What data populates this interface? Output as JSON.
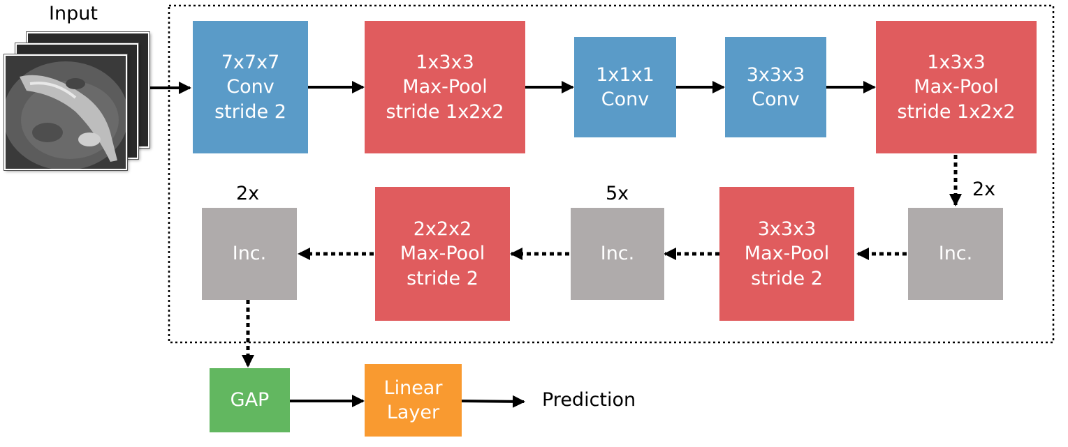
{
  "input": {
    "label": "Input"
  },
  "row1": {
    "conv7": {
      "line1": "7x7x7",
      "line2": "Conv",
      "line3": "stride 2"
    },
    "pool1": {
      "line1": "1x3x3",
      "line2": "Max-Pool",
      "line3": "stride 1x2x2"
    },
    "conv1": {
      "line1": "1x1x1",
      "line2": "Conv"
    },
    "conv3": {
      "line1": "3x3x3",
      "line2": "Conv"
    },
    "pool2": {
      "line1": "1x3x3",
      "line2": "Max-Pool",
      "line3": "stride 1x2x2"
    }
  },
  "row2": {
    "inc_a": {
      "label": "Inc.",
      "repeat": "2x"
    },
    "pool3": {
      "line1": "3x3x3",
      "line2": "Max-Pool",
      "line3": "stride 2"
    },
    "inc_b": {
      "label": "Inc.",
      "repeat": "5x"
    },
    "pool4": {
      "line1": "2x2x2",
      "line2": "Max-Pool",
      "line3": "stride 2"
    },
    "inc_c": {
      "label": "Inc.",
      "repeat": "2x"
    }
  },
  "head": {
    "gap": {
      "label": "GAP"
    },
    "linear": {
      "line1": "Linear",
      "line2": "Layer"
    },
    "output": {
      "label": "Prediction"
    }
  },
  "colors": {
    "conv": "#5a9bc8",
    "pool": "#e05c5e",
    "inception": "#afabab",
    "gap": "#62b760",
    "linear": "#f99a30"
  }
}
